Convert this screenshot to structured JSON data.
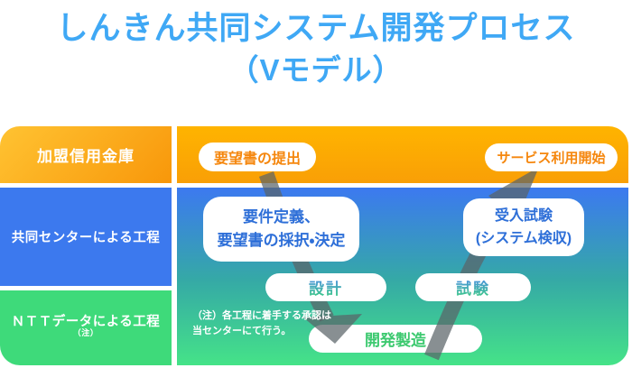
{
  "title": {
    "line1": "しんきん共同システム開発プロセス",
    "line2": "（Vモデル）"
  },
  "rows": {
    "shinkin": {
      "label": "加盟信用金庫"
    },
    "center": {
      "label": "共同センターによる工程"
    },
    "ntt": {
      "label": "ＮＴＴデータによる工程",
      "label_sup": "（注）"
    }
  },
  "nodes": {
    "request": "要望書の提出",
    "service_start": "サービス利用開始",
    "requirements_line1": "要件定義、",
    "requirements_line2": "要望書の採択・決定",
    "acceptance_line1": "受入試験",
    "acceptance_line2": "(システム検収)",
    "design": "設計",
    "testing": "試験",
    "development": "開発製造"
  },
  "note": {
    "line1": "（注）各工程に着手する承認は",
    "line2": "当センターにて行う。"
  },
  "colors": {
    "title_blue": "#3FA8F5",
    "orange_band_top": "#FFB400",
    "orange_band_bottom": "#F99F06",
    "blue_row": "#3C79EE",
    "green_row": "#3EDA7A",
    "panel_gradient_top": "#3C79F0",
    "panel_gradient_mid": "#35A9A6",
    "panel_gradient_bottom": "#45E388",
    "arrow_gray": "rgba(90,100,104,0.72)",
    "node_text_orange": "#F5870E",
    "node_text_blue": "#2E6FD8",
    "node_text_green": "#3CC96F"
  }
}
